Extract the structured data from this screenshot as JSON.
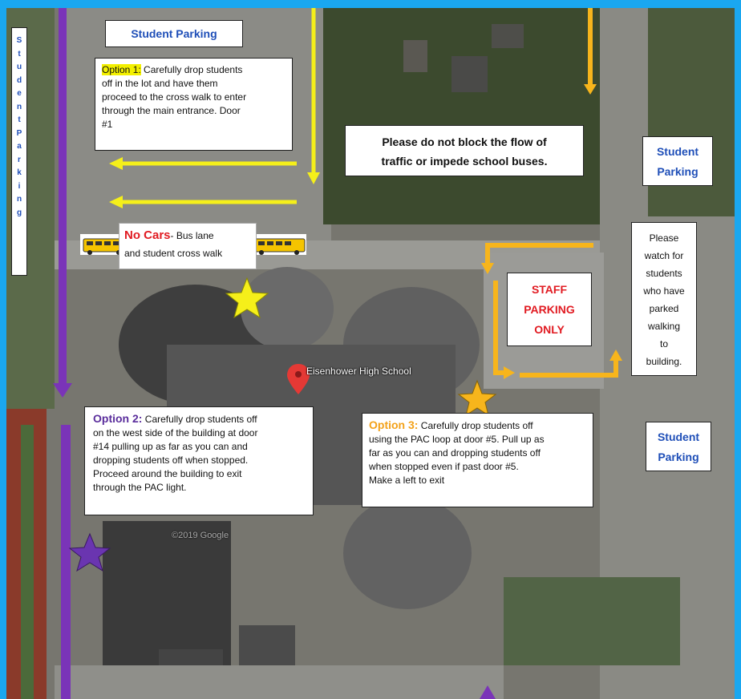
{
  "map": {
    "place_label": "Eisenhower High School",
    "watermark": "©2019 Google"
  },
  "labels": {
    "student_parking_top": "Student Parking",
    "student_parking_right_1": "Student",
    "student_parking_right_2": "Parking",
    "student_parking_lower_1": "Student",
    "student_parking_lower_2": "Parking",
    "student_parking_vertical": [
      "S",
      "t",
      "u",
      "d",
      "e",
      "n",
      "t",
      "P",
      "a",
      "r",
      "k",
      "i",
      "n",
      "g"
    ],
    "no_block_line1": "Please do not block the flow of",
    "no_block_line2": "traffic or impede school buses.",
    "no_cars_prefix": "No Cars",
    "no_cars_rest_1": "- Bus lane",
    "no_cars_rest_2": "and student cross walk",
    "staff_1": "STAFF",
    "staff_2": "PARKING",
    "staff_3": "ONLY",
    "watch_lines": [
      "Please",
      "watch for",
      "students",
      "who have",
      "parked",
      "walking",
      "to",
      "building."
    ]
  },
  "options": {
    "option1": {
      "label": "Option 1:",
      "lines": [
        " Carefully drop students",
        "off in the lot and have them",
        "proceed to the cross walk to enter",
        "through the main entrance. Door",
        "#1"
      ]
    },
    "option2": {
      "label": "Option 2:",
      "first": " Carefully drop students off",
      "lines": [
        "on the west side of the building at door",
        "#14 pulling up as far as you can and",
        "dropping students off when stopped.",
        "Proceed around the building to exit",
        "through the PAC light."
      ]
    },
    "option3": {
      "label": "Option 3:",
      "first": " Carefully drop students off",
      "lines": [
        "using the PAC loop at door #5.  Pull up as",
        "far as you can and dropping students off",
        "when stopped even if past door #5.",
        "Make a left to exit"
      ]
    }
  },
  "colors": {
    "purple": "#7a34b8",
    "yellow": "#f5ef1a",
    "orange": "#f7b51c",
    "title_blue": "#1f4fb8",
    "red": "#e11b22"
  },
  "icons": [
    "school-bus-icon",
    "map-pin-icon",
    "star-icon"
  ]
}
